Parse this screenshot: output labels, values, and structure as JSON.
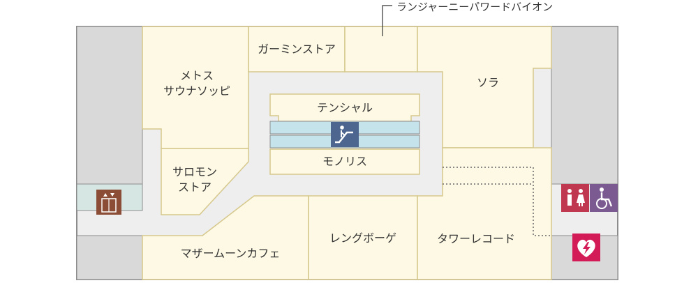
{
  "stores": {
    "metos": [
      "メトス",
      "サウナソッピ"
    ],
    "garmin": "ガーミンストア",
    "sora": "ソラ",
    "tenshal": "テンシャル",
    "monoris": "モノリス",
    "salomon": [
      "サロモン",
      "ストア"
    ],
    "mother_moon": "マザームーンカフェ",
    "leng": "レングボーゲ",
    "tower": "タワーレコード"
  },
  "callout": "ランジャーニーパワードバイオン",
  "facility_icons": [
    "elevator-icon",
    "escalator-icon",
    "restroom-icon",
    "wheelchair-icon",
    "aed-icon"
  ],
  "colors": {
    "store_fill": "#fdf9e4",
    "store_border": "#d6c88c",
    "corridor": "#eeeeee",
    "wall_block": "#d9d9d9",
    "outline": "#8c8c8c",
    "escalator_band": "#c5e3ea",
    "escalator_icon_bg": "#4c6690",
    "elevator_bg": "#8b4d35",
    "elevator_area": "#d6e7e3",
    "restroom_bg": "#c0384f",
    "wheelchair_bg": "#7b5a91",
    "aed_bg": "#d31b57"
  }
}
